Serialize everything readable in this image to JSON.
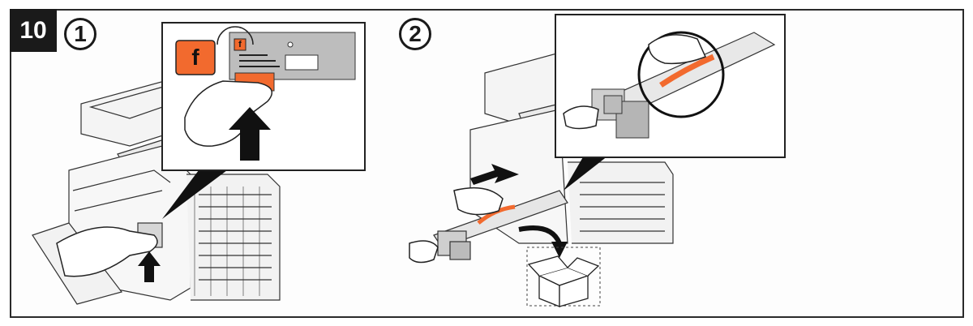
{
  "step": {
    "number": "10"
  },
  "substeps": [
    {
      "label": "1"
    },
    {
      "label": "2"
    }
  ],
  "callout_label": {
    "text": "f"
  },
  "colors": {
    "accent": "#f26a2e",
    "line": "#222222",
    "panel": "#bdbdbd",
    "frame": "#2a2a2a"
  },
  "icons": [
    "up-arrow-icon",
    "left-arrow-icon",
    "curved-arrow-icon",
    "box-icon",
    "hand-icon"
  ]
}
